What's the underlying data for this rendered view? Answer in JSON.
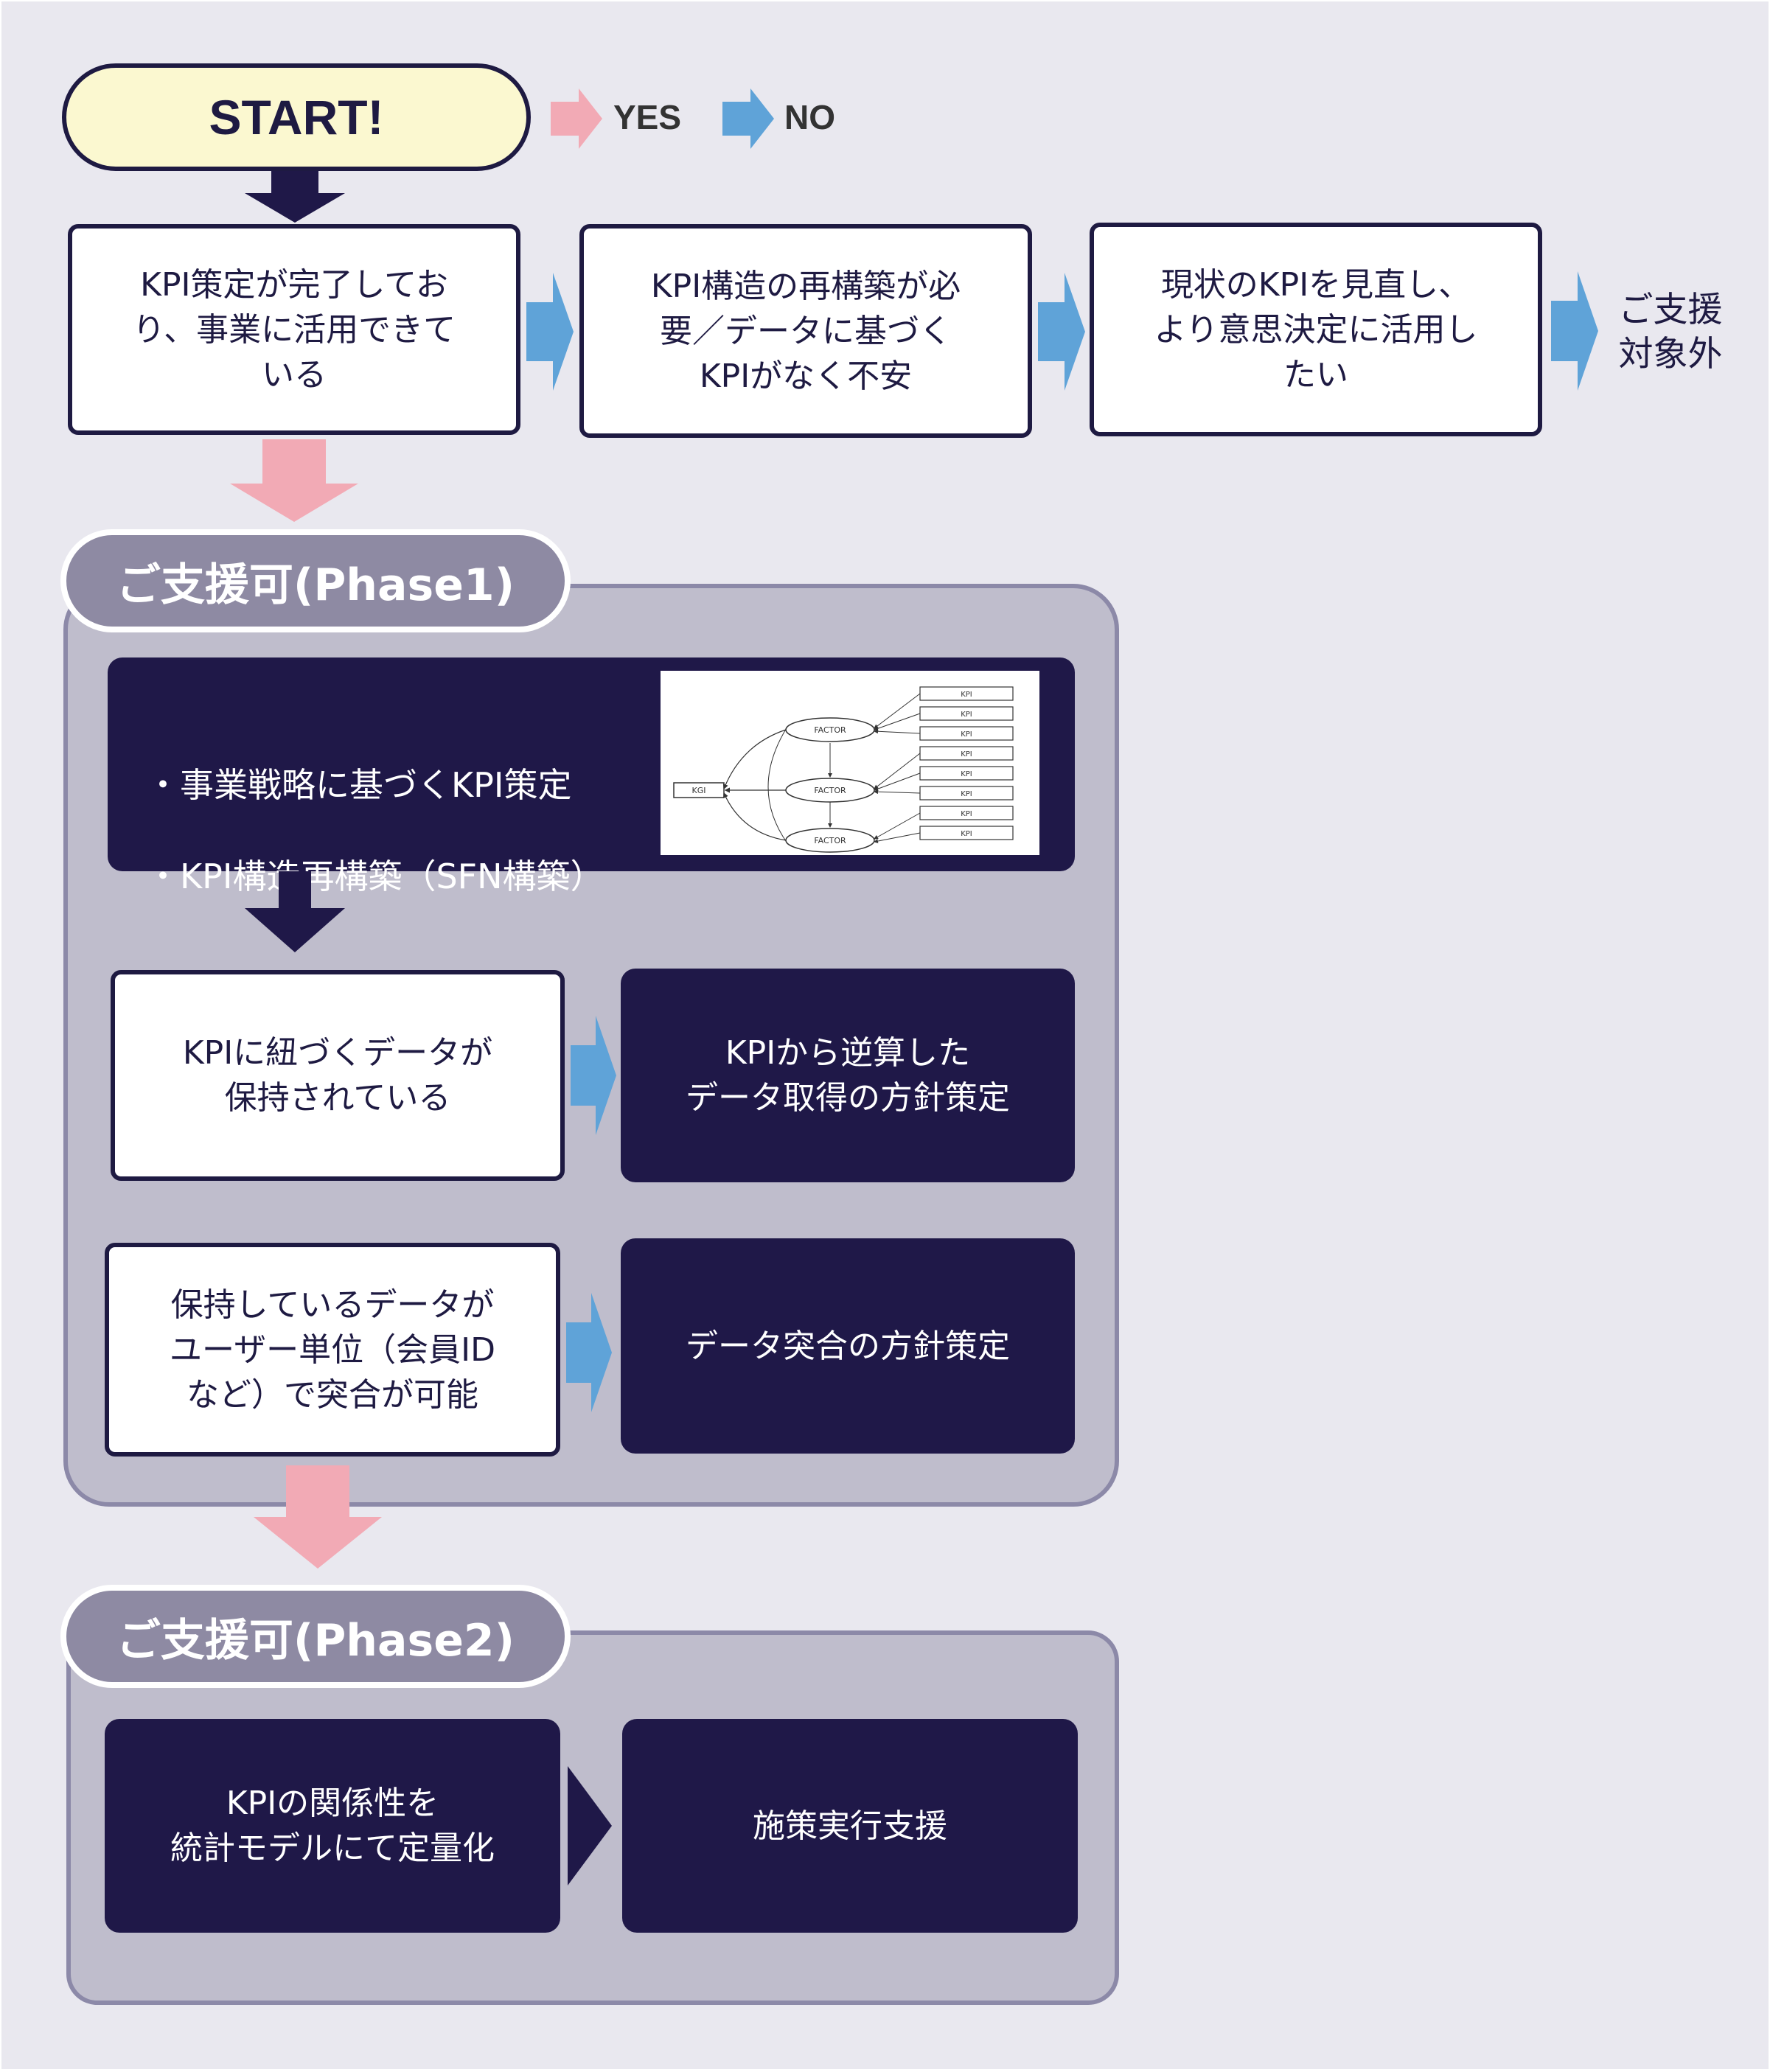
{
  "start": {
    "label": "START!"
  },
  "legend": {
    "yes_label": "YES",
    "no_label": "NO",
    "yes_color": "#f2aab5",
    "no_color": "#5fa3d8"
  },
  "top_row": [
    {
      "text": "KPI策定が完了してお\nり、事業に活用できて\nいる"
    },
    {
      "text": "KPI構造の再構築が必\n要／データに基づく\nKPIがなく不安"
    },
    {
      "text": "現状のKPIを見直し、\nより意思決定に活用し\nたい"
    }
  ],
  "out_of_scope": "ご支援\n対象外",
  "phase1": {
    "title": "ご支援可(Phase1)",
    "strategy_lines": [
      "・事業戦略に基づくKPI策定",
      "・KPI構造再構築（SFN構築）"
    ],
    "diagram": {
      "kgi": "KGI",
      "factors": [
        "FACTOR",
        "FACTOR",
        "FACTOR"
      ],
      "kpis": [
        "KPI",
        "KPI",
        "KPI",
        "KPI",
        "KPI",
        "KPI",
        "KPI",
        "KPI"
      ]
    },
    "row1_condition": "KPIに紐づくデータが\n保持されている",
    "row1_result": "KPIから逆算した\nデータ取得の方針策定",
    "row2_condition": "保持しているデータが\nユーザー単位（会員ID\nなど）で突合が可能",
    "row2_result": "データ突合の方針策定"
  },
  "phase2": {
    "title": "ご支援可(Phase2)",
    "step1": "KPIの関係性を\n統計モデルにて定量化",
    "step2": "施策実行支援"
  },
  "colors": {
    "dark_navy": "#1f1848",
    "border": "#1e1a42",
    "panel": "#bfbdcc",
    "pill": "#8e8aa3",
    "start_fill": "#fbf8d0",
    "background": "#e9e8ef"
  }
}
